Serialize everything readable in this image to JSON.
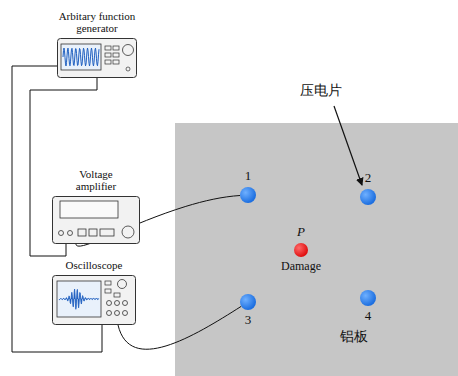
{
  "diagram": {
    "nodes": [
      {
        "text": [
          "Arbitary function generator"
        ]
      },
      {
        "text": [
          "Voltage amplifier"
        ]
      },
      {
        "text": [
          "Oscilloscope"
        ]
      },
      {
        "text": [
          "铝板"
        ]
      },
      {
        "text": [
          "1"
        ],
        "in": 3
      },
      {
        "text": [
          "2"
        ],
        "in": 3
      },
      {
        "text": [
          "3"
        ],
        "in": 3
      },
      {
        "text": [
          "4"
        ],
        "in": 3
      },
      {
        "text": [
          "P",
          "Damage"
        ],
        "in": 3
      }
    ],
    "edges": [
      {
        "from": 0,
        "to": 1,
        "arrow": "none"
      },
      {
        "from": 0,
        "to": 2,
        "arrow": "none"
      },
      {
        "from": 1,
        "to": 4,
        "arrow": "none"
      },
      {
        "from": 2,
        "to": 6,
        "arrow": "none"
      }
    ],
    "labels": [
      "压电片"
    ]
  }
}
